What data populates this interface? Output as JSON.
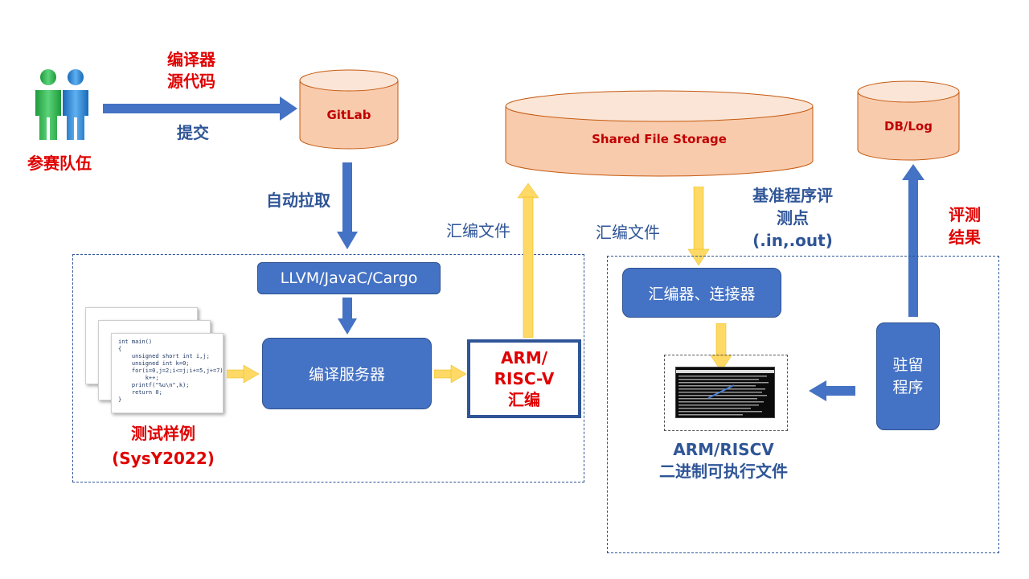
{
  "team": {
    "label": "参赛队伍"
  },
  "submit": {
    "top": "编译器",
    "mid": "源代码",
    "bottom": "提交"
  },
  "gitlab": {
    "label": "GitLab"
  },
  "autopull": {
    "label": "自动拉取"
  },
  "toolchain": {
    "label": "LLVM/JavaC/Cargo"
  },
  "compile_server": {
    "label": "编译服务器"
  },
  "testcases": {
    "line1": "测试样例",
    "line2": "(SysY2022)",
    "code": [
      "int main()",
      "{",
      "    unsigned short int i,j;",
      "    unsigned int k=0;",
      "    for(i=0,j=2;i<=j;i+=5,j+=7)",
      "        k++;",
      "    printf(\"%u\\n\",k);",
      "    return 0;",
      "}"
    ]
  },
  "arm_output": {
    "line1": "ARM/",
    "line2": "RISC-V",
    "line3": "汇编"
  },
  "asm_file_left": {
    "label": "汇编文件"
  },
  "asm_file_right": {
    "label": "汇编文件"
  },
  "shared_storage": {
    "label": "Shared File Storage"
  },
  "benchmark": {
    "line1": "基准程序评",
    "line2": "测点",
    "line3": "(.in,.out)"
  },
  "db": {
    "label": "DB/Log"
  },
  "eval_result": {
    "line1": "评测",
    "line2": "结果"
  },
  "assembler_linker": {
    "label": "汇编器、连接器"
  },
  "resident": {
    "line1": "驻留",
    "line2": "程序"
  },
  "binary": {
    "line1": "ARM/RISCV",
    "line2": "二进制可执行文件"
  },
  "colors": {
    "blue_box": "#4472c4",
    "arrow_blue": "#4472c4",
    "arrow_yellow": "#ffd966",
    "cylinder_fill": "#f8cbad",
    "red_text": "#e00000",
    "blue_text": "#2f5597"
  }
}
